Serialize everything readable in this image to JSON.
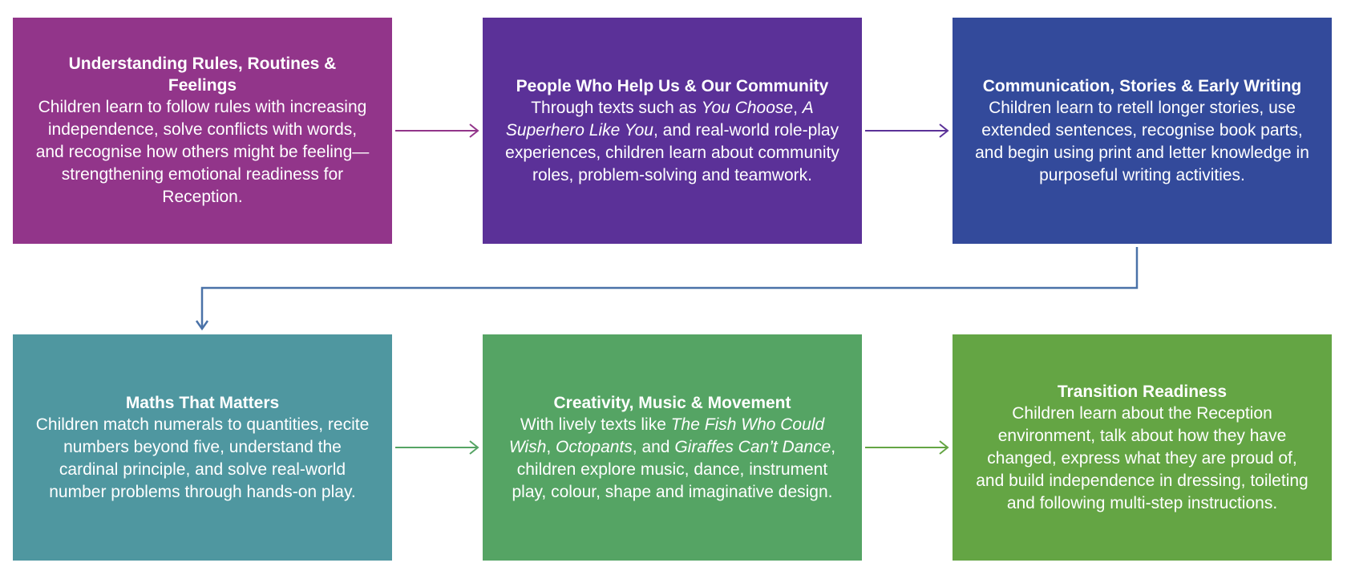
{
  "steps": [
    {
      "title": "Understanding Rules, Routines & Feelings",
      "body": [
        "Children learn to follow rules with increasing independence, solve conflicts with words, and recognise how others might be feeling—strengthening emotional readiness for Reception."
      ],
      "color": "#92358A"
    },
    {
      "title": "People Who Help Us & Our Community",
      "body_parts": [
        "Through texts such as ",
        "You Choose",
        ", ",
        "A Superhero Like You",
        ", and real-world role-play experiences, children learn about community roles, problem-solving and teamwork."
      ],
      "color": "#5B3198"
    },
    {
      "title": "Communication, Stories & Early Writing",
      "body": [
        "Children learn to retell longer stories, use extended sentences, recognise book parts, and begin using print and letter knowledge in purposeful writing activities."
      ],
      "color": "#334A9B"
    },
    {
      "title": "Maths That Matters",
      "body": [
        "Children match numerals to quantities, recite numbers beyond five, understand the cardinal principle, and solve real-world number problems through hands-on play."
      ],
      "color": "#4F97A0"
    },
    {
      "title": "Creativity, Music & Movement",
      "body_parts": [
        "With lively texts like ",
        "The Fish Who Could Wish",
        ", ",
        "Octopants",
        ", and ",
        "Giraffes Can’t Dance",
        ", children explore music, dance, instrument play, colour, shape and imaginative design."
      ],
      "color": "#55A464"
    },
    {
      "title": "Transition Readiness",
      "body": [
        "Children learn about the Reception environment, talk about how they have changed, express what they are proud of, and build independence in dressing, toileting and following multi-step instructions."
      ],
      "color": "#64A544"
    }
  ],
  "arrow_colors": {
    "row1a": "#92358A",
    "row1b": "#5B3198",
    "connector": "#4A72A8",
    "row2": "#55A464"
  }
}
